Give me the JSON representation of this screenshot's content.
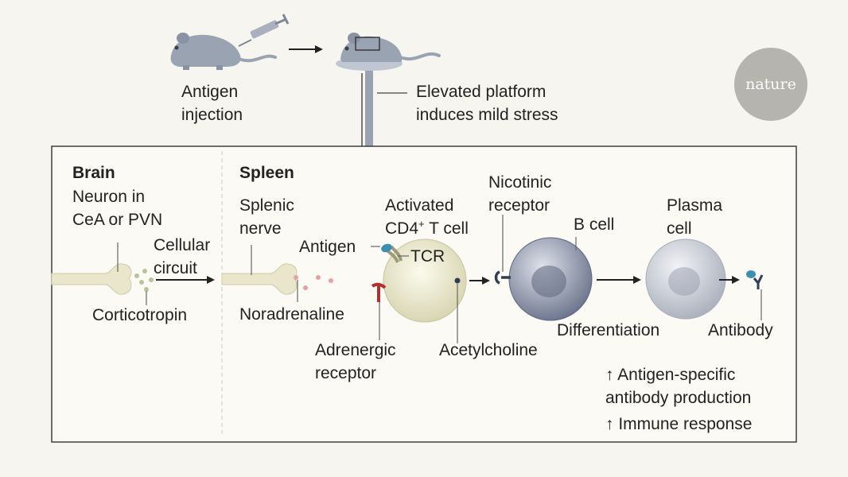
{
  "logo": {
    "text": "nature"
  },
  "top": {
    "antigen_injection": [
      "Antigen",
      "injection"
    ],
    "platform": [
      "Elevated platform",
      "induces mild stress"
    ]
  },
  "brain": {
    "heading": "Brain",
    "neuron": [
      "Neuron in",
      "CeA or PVN"
    ],
    "circuit": [
      "Cellular",
      "circuit"
    ],
    "corticotropin": "Corticotropin"
  },
  "spleen": {
    "heading": "Spleen",
    "nerve": [
      "Splenic",
      "nerve"
    ],
    "antigen": "Antigen",
    "tcr": "TCR",
    "tcell": {
      "line1": "Activated",
      "line2_pre": "CD4",
      "line2_sup": "+",
      "line2_post": " T cell"
    },
    "noradrenaline": "Noradrenaline",
    "adrenergic": [
      "Adrenergic",
      "receptor"
    ],
    "acetylcholine": "Acetylcholine",
    "nicotinic": [
      "Nicotinic",
      "receptor"
    ],
    "bcell": "B cell",
    "plasma": [
      "Plasma",
      "cell"
    ],
    "differentiation": "Differentiation",
    "antibody": "Antibody",
    "outcome": [
      "↑ Antigen-specific",
      "antibody production",
      "↑ Immune response"
    ]
  },
  "colors": {
    "mouse": "#9aa3b2",
    "nerve": "#e9e6cc",
    "tcell": "#ebe9c7",
    "bcell": "#7d8599",
    "plasma": "#c4c9d3",
    "antigen": "#3d8fb0",
    "adrenergic": "#b0302f",
    "noradrenaline_dot": "#e8a0a0",
    "corticotropin_dot": "#b7c49a"
  }
}
